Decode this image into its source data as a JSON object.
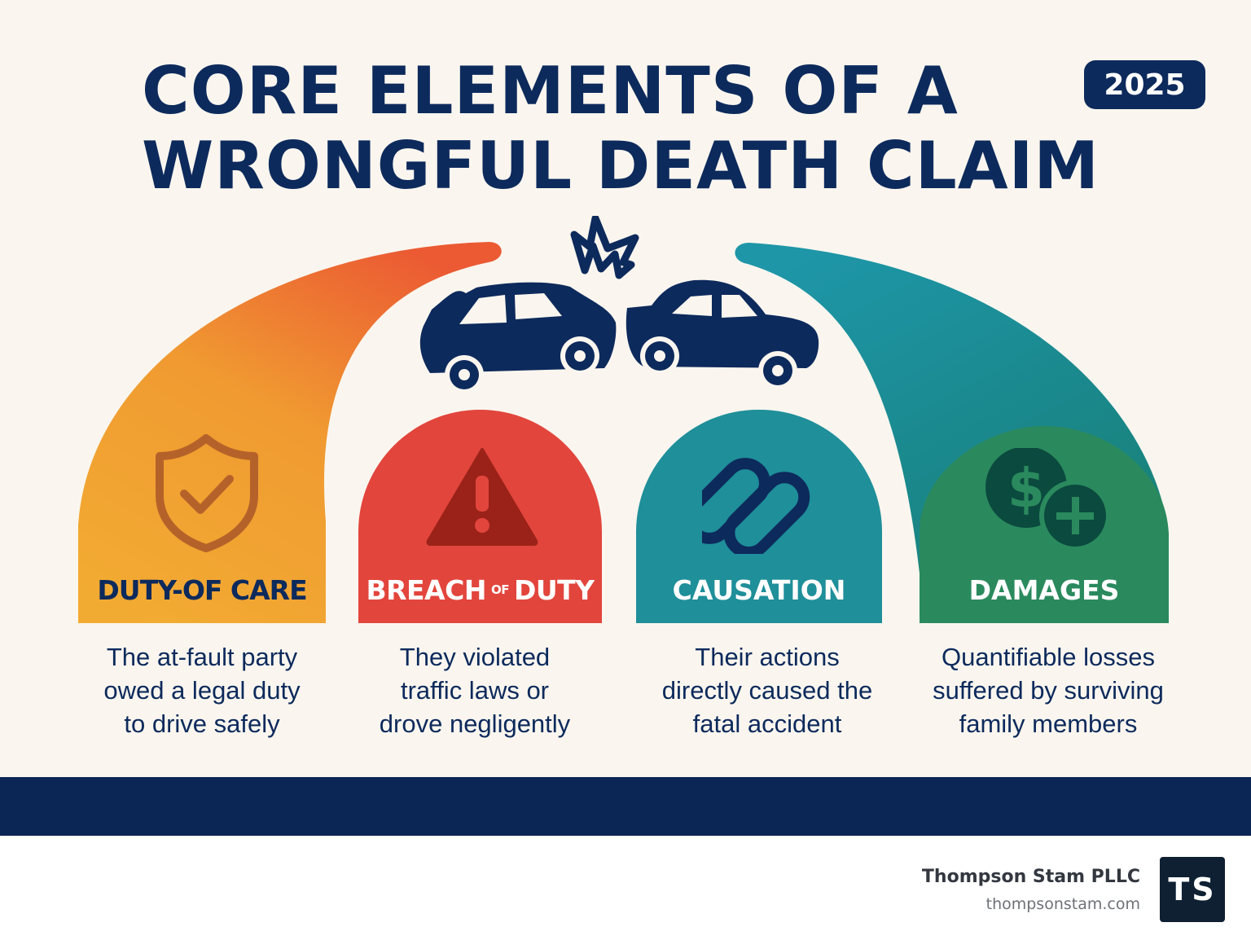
{
  "header": {
    "title_line1": "CORE ELEMENTS OF A",
    "title_line2": "WRONGFUL DEATH CLAIM",
    "year": "2025"
  },
  "elements": [
    {
      "label": "DUTY-OF CARE",
      "description": [
        "The at-fault party",
        "owed a legal duty",
        "to drive safely"
      ],
      "icon": "shield-check-icon",
      "color": "#f0a431"
    },
    {
      "label_part1": "BREACH",
      "label_small": "OF",
      "label_part2": "DUTY",
      "description": [
        "They violated",
        "traffic laws or",
        "drove negligently"
      ],
      "icon": "warning-icon",
      "color": "#e2453c"
    },
    {
      "label": "CAUSATION",
      "description": [
        "Their actions",
        "directly caused the",
        "fatal accident"
      ],
      "icon": "chain-link-icon",
      "color": "#1f8f9a"
    },
    {
      "label": "DAMAGES",
      "description": [
        "Quantifiable losses",
        "suffered by surviving",
        "family members"
      ],
      "icon": "money-plus-icon",
      "color": "#2a8a5e"
    }
  ],
  "illustration": {
    "icon": "car-crash-icon",
    "color": "#0d2a5c"
  },
  "footer": {
    "firm_name": "Thompson Stam PLLC",
    "url": "thompsonstam.com",
    "logo_text": "TS",
    "band_color": "#0b2554"
  }
}
